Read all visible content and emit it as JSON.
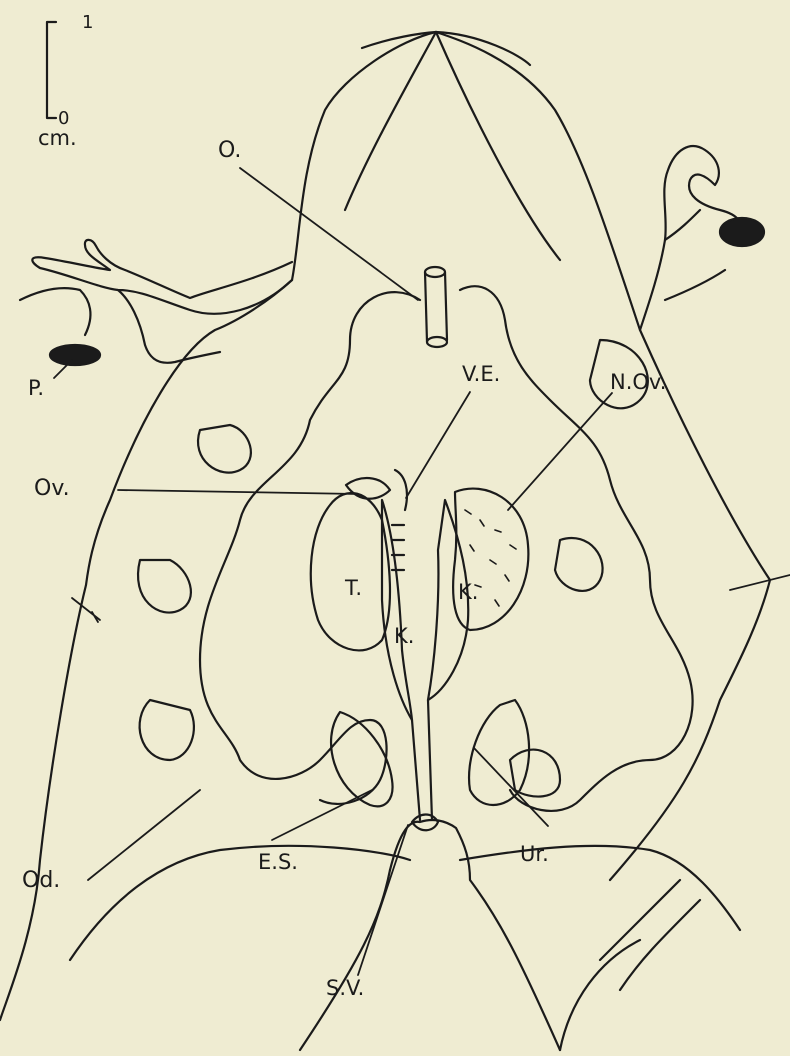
{
  "colors": {
    "background": "#efecd2",
    "ink": "#1b1b1b"
  },
  "scale_bar": {
    "top_value": "1",
    "bottom_value": "0",
    "unit": "cm."
  },
  "labels": {
    "oviduct_opening": "O.",
    "pigment_spot": "P.",
    "vasa_efferentia": "V.E.",
    "non_ovary": "N.Ov.",
    "ovary": "Ov.",
    "testis": "T.",
    "kidney_left": "K.",
    "kidney_right": "K.",
    "oviduct": "Od.",
    "external_sac": "E.S.",
    "ureter": "Ur.",
    "seminal_vesicle": "S.V."
  }
}
